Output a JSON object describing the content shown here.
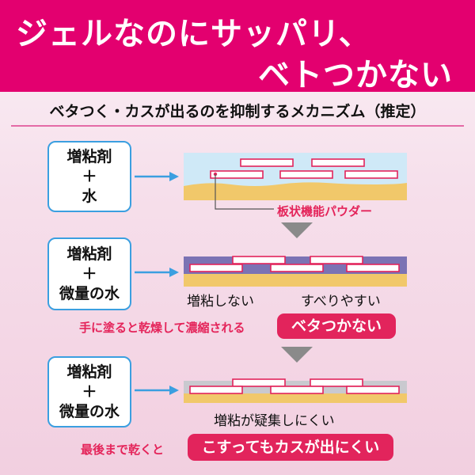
{
  "header": {
    "line1": "ジェルなのにサッパリ、",
    "line2": "ベトつかない"
  },
  "subtitle": "ベタつく・カスが出るのを抑制するメカニズム（推定）",
  "steps": [
    {
      "lines": [
        "増粘剤",
        "＋",
        "水"
      ]
    },
    {
      "lines": [
        "増粘剤",
        "＋",
        "微量の水"
      ],
      "label_left": "増粘しない",
      "label_right": "すべりやすい",
      "note": "手に塗ると乾燥して濃縮される",
      "result": "ベタつかない"
    },
    {
      "lines": [
        "増粘剤",
        "＋",
        "微量の水"
      ],
      "label": "増粘が疑集しにくい",
      "note": "最後まで乾くと",
      "result": "こすってもカスが出にくい"
    }
  ],
  "powder_label": "板状機能パウダー",
  "colors": {
    "brand": "#e3006f",
    "accent_red": "#e2245c",
    "box_border": "#3b9fe0",
    "water": "#c9e6f5",
    "skin": "#f1c86a",
    "concentrate": "#7b73b4"
  }
}
